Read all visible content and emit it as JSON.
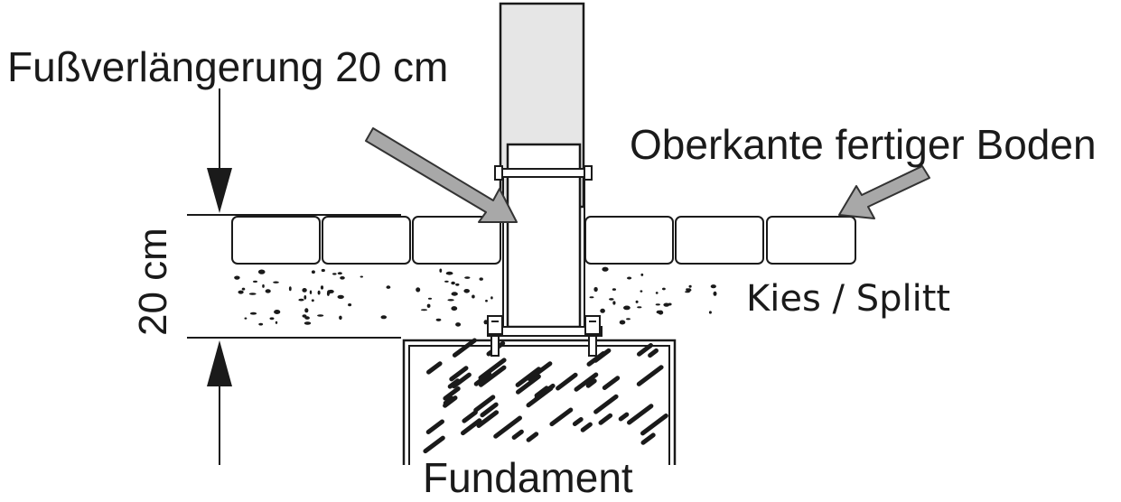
{
  "labels": {
    "extension": "Fußverlängerung 20 cm",
    "top_edge": "Oberkante fertiger Boden",
    "height": "20 cm",
    "gravel": "Kies / Splitt",
    "foundation": "Fundament"
  },
  "colors": {
    "line": "#1a1a1a",
    "post_fill": "#e6e6e6",
    "arrow_fill": "#a8a8a8",
    "background": "#ffffff"
  }
}
